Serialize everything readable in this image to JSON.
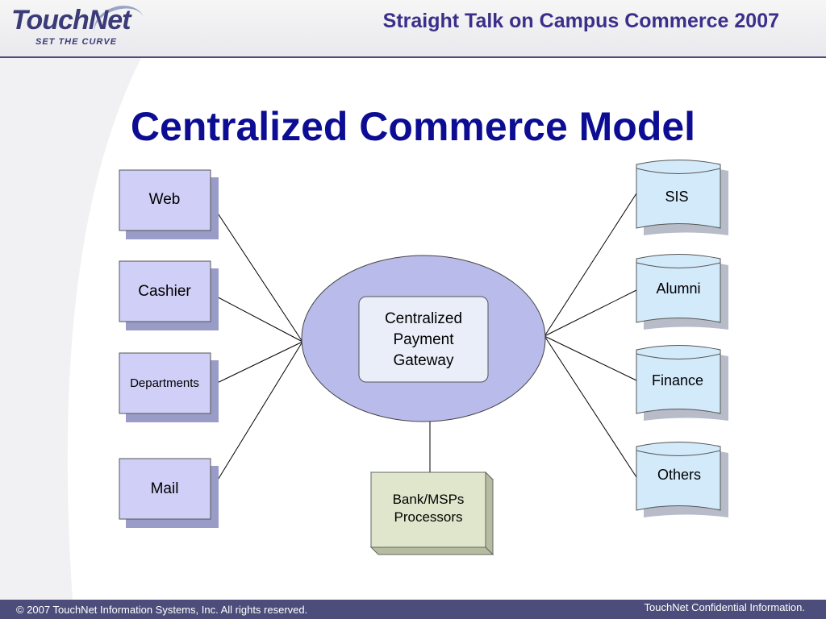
{
  "header": {
    "logo_word": "TouchNet",
    "logo_tagline": "SET THE CURVE",
    "conference_title": "Straight Talk on Campus Commerce 2007"
  },
  "slide": {
    "title": "Centralized Commerce Model"
  },
  "diagram": {
    "channels": [
      "Web",
      "Cashier",
      "Departments",
      "Mail"
    ],
    "gateway_lines": [
      "Centralized",
      "Payment",
      "Gateway"
    ],
    "systems": [
      "SIS",
      "Alumni",
      "Finance",
      "Others"
    ],
    "processor_lines": [
      "Bank/MSPs",
      "Processors"
    ]
  },
  "footer": {
    "copyright": "© 2007 TouchNet Information Systems, Inc.  All rights reserved.",
    "confidential": "TouchNet Confidential Information."
  },
  "colors": {
    "title": "#0d0d94",
    "conference_title": "#3b2f8a",
    "footer_bg": "#4d4d7b",
    "channel_fill": "#cfcff7",
    "channel_shadow": "#9a9cc8",
    "gateway_fill": "#b9bbea",
    "gateway_inner": "#e9eef8",
    "system_fill": "#d3eafb",
    "processor_fill": "#dfe6cc"
  }
}
